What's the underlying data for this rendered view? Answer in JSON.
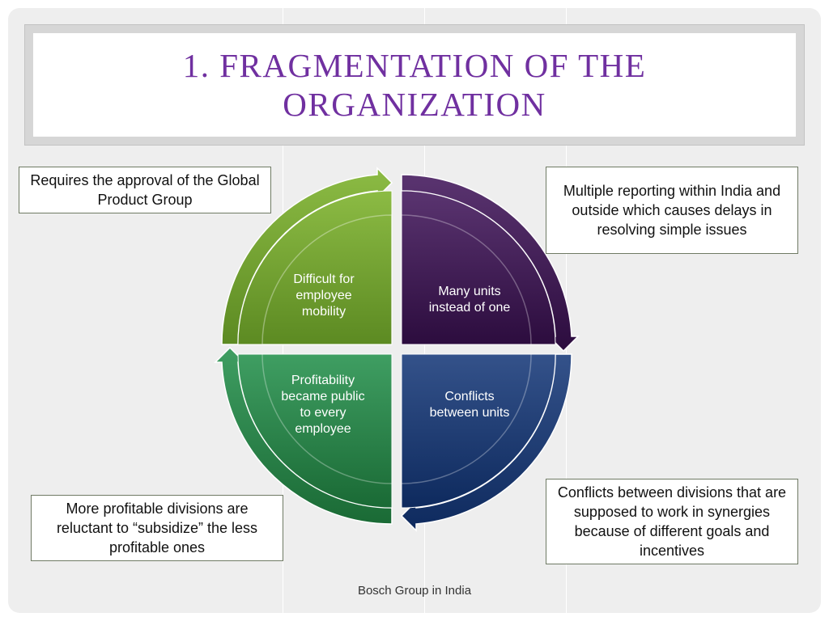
{
  "slide": {
    "title": "1. FRAGMENTATION OF THE ORGANIZATION",
    "footer": "Bosch Group in India"
  },
  "diagram": {
    "quadrants": [
      {
        "position": "top-left",
        "label": [
          "Difficult for",
          "employee",
          "mobility"
        ],
        "color": "#76a33a"
      },
      {
        "position": "top-right",
        "label": [
          "Many units",
          "instead of one"
        ],
        "color": "#4a2660"
      },
      {
        "position": "bottom-left",
        "label": [
          "Profitability",
          "became public",
          "to every",
          "employee"
        ],
        "color": "#2f8a50"
      },
      {
        "position": "bottom-right",
        "label": [
          "Conflicts",
          "between units"
        ],
        "color": "#26427a"
      }
    ]
  },
  "callouts": {
    "top_left": "Requires the approval of the Global Product Group",
    "top_right": "Multiple reporting within India and outside which causes delays in resolving simple issues",
    "bottom_left": "More profitable divisions are reluctant to “subsidize” the less profitable ones",
    "bottom_right": "Conflicts between divisions that are supposed to work in synergies because of different goals and incentives"
  }
}
